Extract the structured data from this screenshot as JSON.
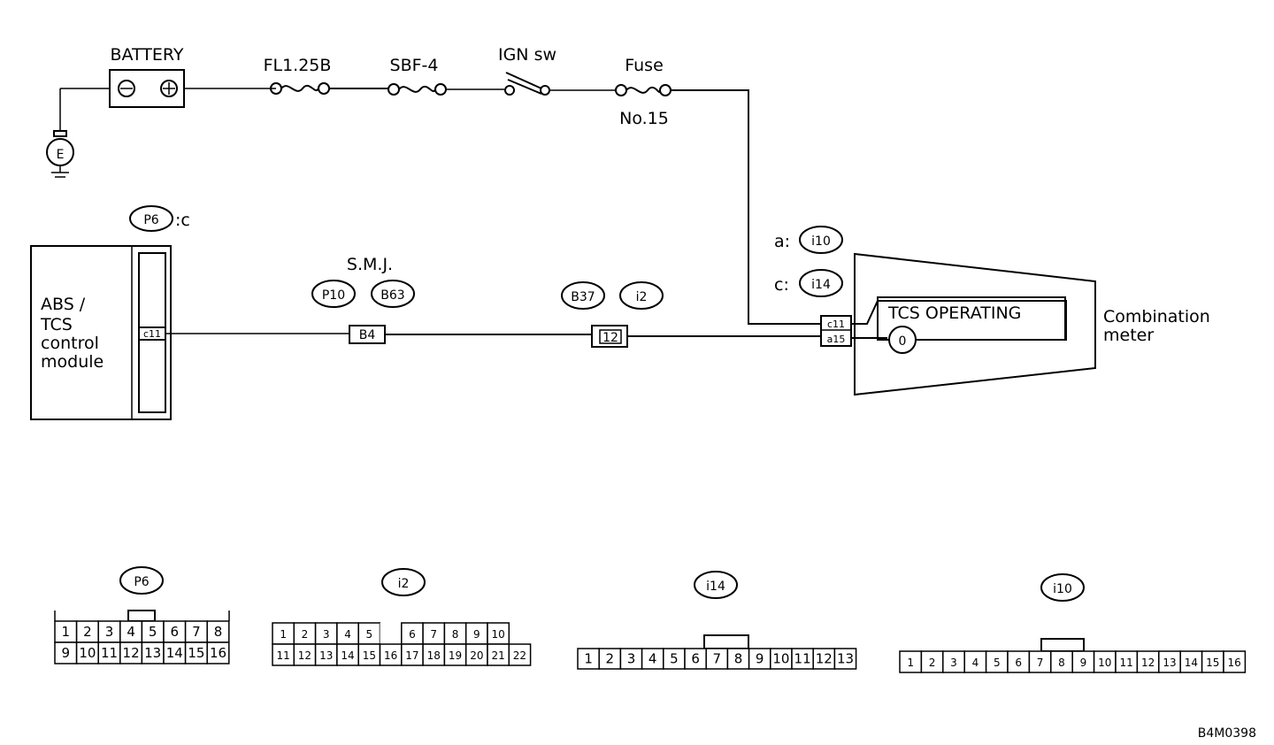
{
  "labels": {
    "battery": "BATTERY",
    "fuse1": "FL1.25B",
    "fuse2": "SBF-4",
    "ign": "IGN sw",
    "fuse3": "Fuse",
    "fuse3_no": "No.15",
    "ground": "E",
    "p6_c": ":c",
    "smj": "S.M.J.",
    "a_prefix": "a:",
    "c_prefix": "c:",
    "tcs": "TCS OPERATING",
    "bulb": "0",
    "combo_line1": "Combination",
    "combo_line2": "meter",
    "module_line1": "ABS /",
    "module_line2": "TCS",
    "module_line3": "control",
    "module_line4": "module",
    "pin_c11_module": "c11",
    "pin_b4": "B4",
    "pin_12": "12",
    "pin_c11_meter": "c11",
    "pin_a15_meter": "a15",
    "code": "B4M0398"
  },
  "connector_ids": {
    "p6": "P6",
    "p10": "P10",
    "b63": "B63",
    "b37": "B37",
    "i2": "i2",
    "i10": "i10",
    "i14": "i14"
  },
  "connectors": [
    {
      "id": "P6",
      "rows": [
        [
          "1",
          "2",
          "3",
          "4",
          "5",
          "6",
          "7",
          "8"
        ],
        [
          "9",
          "10",
          "11",
          "12",
          "13",
          "14",
          "15",
          "16"
        ]
      ]
    },
    {
      "id": "i2",
      "rows": [
        [
          "1",
          "2",
          "3",
          "4",
          "5",
          "",
          "6",
          "7",
          "8",
          "9",
          "10"
        ],
        [
          "11",
          "12",
          "13",
          "14",
          "15",
          "16",
          "17",
          "18",
          "19",
          "20",
          "21",
          "22"
        ]
      ]
    },
    {
      "id": "i14",
      "rows": [
        [
          "1",
          "2",
          "3",
          "4",
          "5",
          "6",
          "7",
          "8",
          "9",
          "10",
          "11",
          "12",
          "13"
        ]
      ]
    },
    {
      "id": "i10",
      "rows": [
        [
          "1",
          "2",
          "3",
          "4",
          "5",
          "6",
          "7",
          "8",
          "9",
          "10",
          "11",
          "12",
          "13",
          "14",
          "15",
          "16"
        ]
      ]
    }
  ]
}
